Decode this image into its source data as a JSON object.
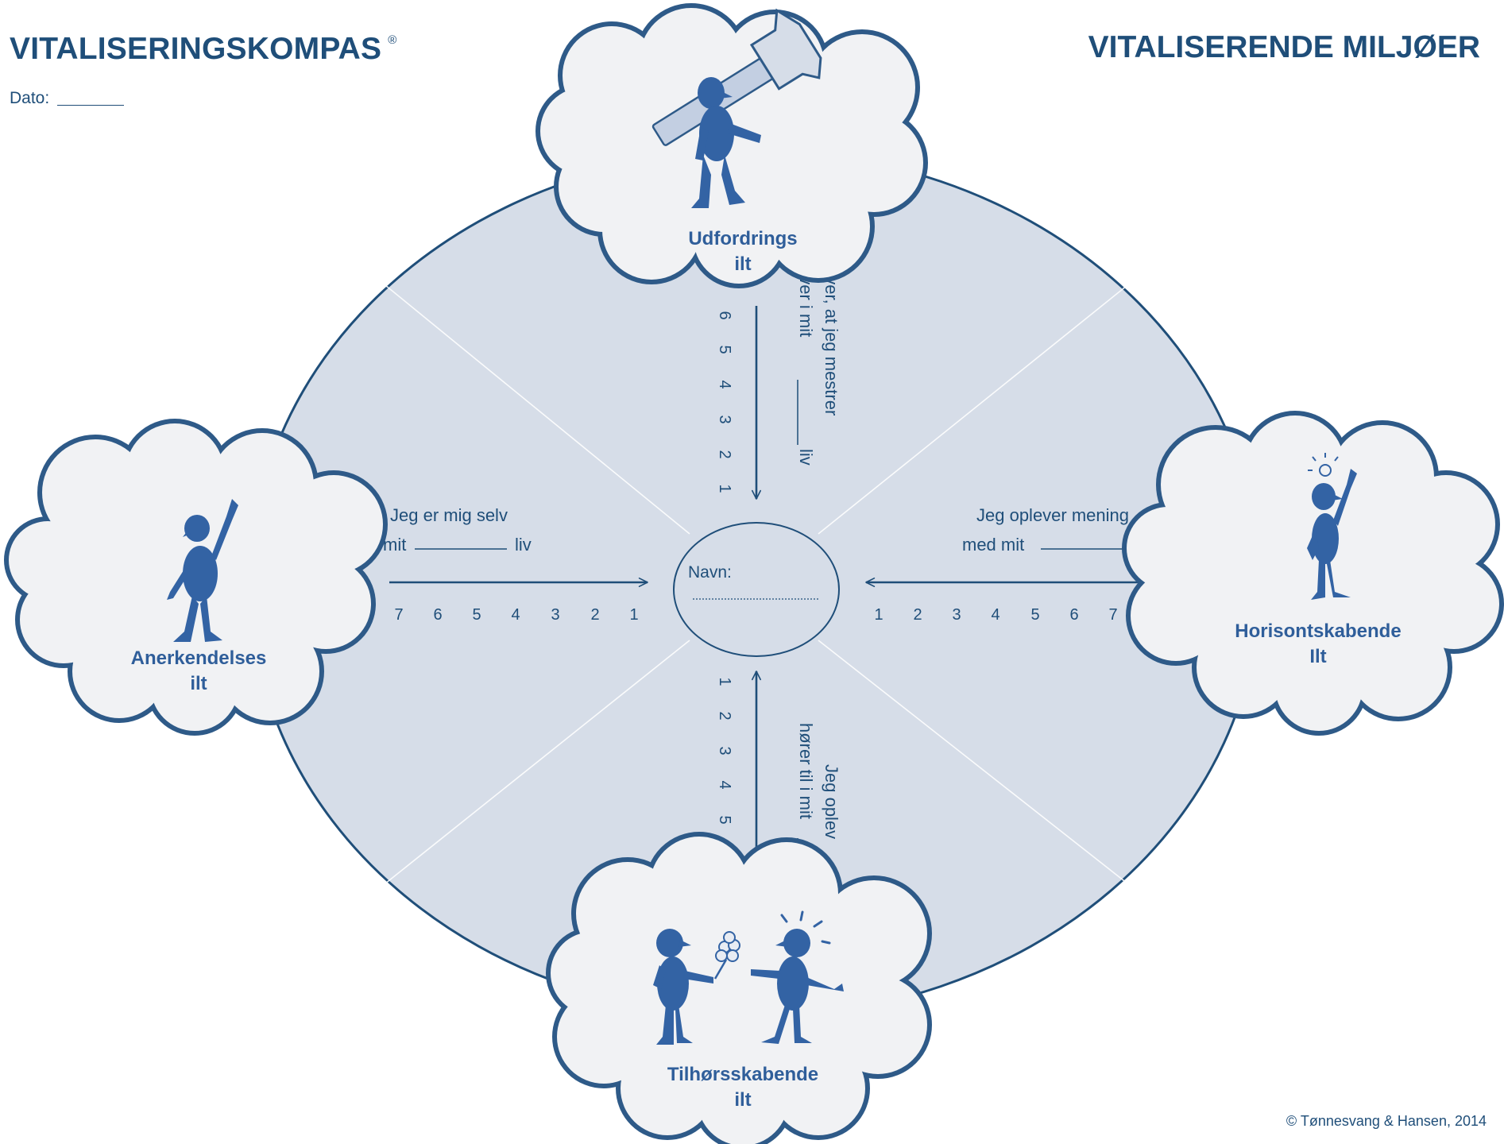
{
  "header": {
    "title": "VITALISERINGSKOMPAS",
    "registered_mark": "®",
    "subtitle": "VITALISERENDE MILJØER",
    "date_label": "Dato:"
  },
  "center": {
    "name_label": "Navn:"
  },
  "clouds": {
    "top": {
      "line1": "Udfordrings",
      "line2": "ilt"
    },
    "left": {
      "line1": "Anerkendelses",
      "line2": "ilt"
    },
    "right": {
      "line1": "Horisontskabende",
      "line2": "Ilt"
    },
    "bottom": {
      "line1": "Tilhørsskabende",
      "line2": "ilt"
    }
  },
  "scales": {
    "top": {
      "numbers": [
        "6",
        "5",
        "4",
        "3",
        "2",
        "1"
      ],
      "text1": "ever, at jeg mestrer",
      "text2": "aver i mit",
      "text2_end": "liv"
    },
    "left": {
      "numbers": [
        "7",
        "6",
        "5",
        "4",
        "3",
        "2",
        "1"
      ],
      "text1": "Jeg er mig selv",
      "text2": "mit",
      "text2_end": "liv"
    },
    "right": {
      "numbers": [
        "1",
        "2",
        "3",
        "4",
        "5",
        "6",
        "7"
      ],
      "text1": "Jeg oplever mening",
      "text2": "med mit"
    },
    "bottom": {
      "numbers": [
        "1",
        "2",
        "3",
        "4",
        "5"
      ],
      "text1": "Jeg oplev",
      "text2": "hører til i mit"
    }
  },
  "footer": {
    "copyright": "© Tønnesvang & Hansen, 2014"
  },
  "colors": {
    "primary": "#1f4e79",
    "ellipse_fill": "#d6dde8",
    "cloud_fill": "#f1f2f4",
    "cloud_stroke": "#2e5a88",
    "figure": "#3363a4"
  }
}
